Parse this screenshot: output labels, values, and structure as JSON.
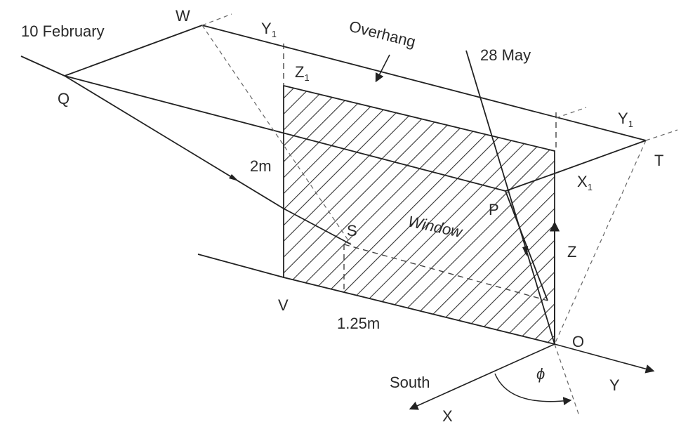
{
  "labels": {
    "date_feb": "10 February",
    "date_may": "28 May",
    "w": "W",
    "q": "Q",
    "y1_left": "Y",
    "y1_right": "Y",
    "y1_sub": "1",
    "z1": "Z",
    "z1_sub": "1",
    "x1": "X",
    "x1_sub": "1",
    "t": "T",
    "overhang": "Overhang",
    "height": "2m",
    "width": "1.25m",
    "s": "S",
    "p": "P",
    "window": "Window",
    "v": "V",
    "o": "O",
    "z": "Z",
    "south": "South",
    "x_axis": "X",
    "y_axis": "Y",
    "phi": "ϕ"
  }
}
